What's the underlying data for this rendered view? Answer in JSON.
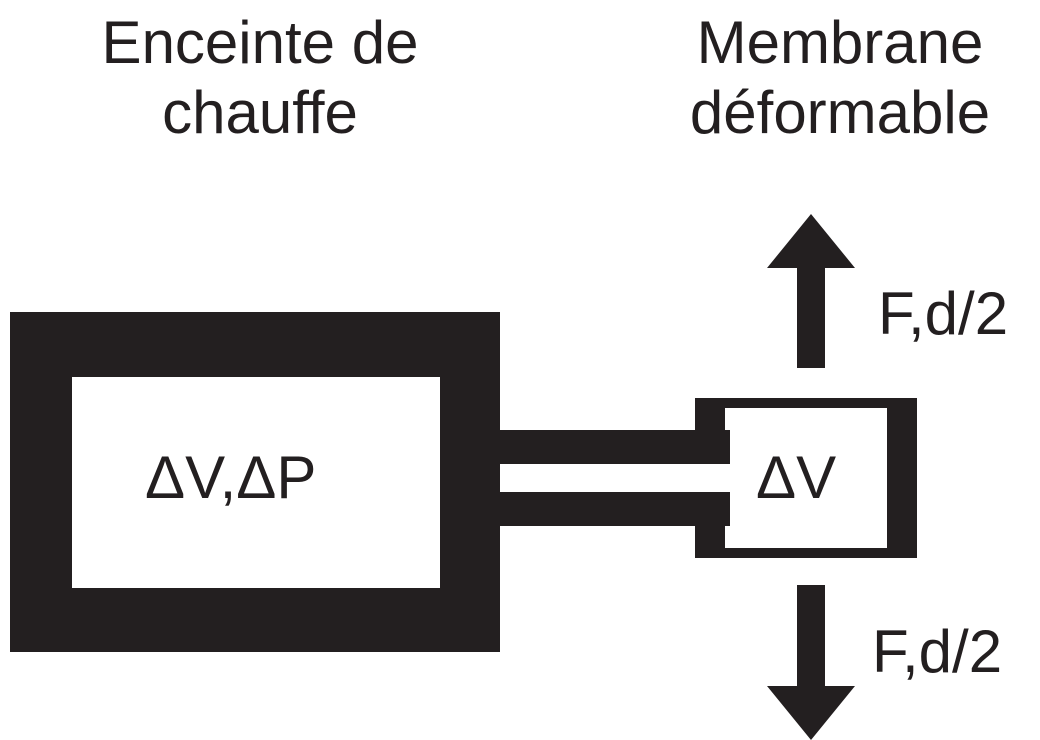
{
  "titles": {
    "heating_chamber": {
      "line1": "Enceinte de",
      "line2": "chauffe"
    },
    "deformable_membrane": {
      "line1": "Membrane",
      "line2": "déformable"
    }
  },
  "labels": {
    "chamber": "ΔV,ΔP",
    "membrane": "ΔV",
    "force_top": "F,d/2",
    "force_bottom": "F,d/2"
  },
  "colors": {
    "ink": "#231f20",
    "background": "#ffffff"
  }
}
